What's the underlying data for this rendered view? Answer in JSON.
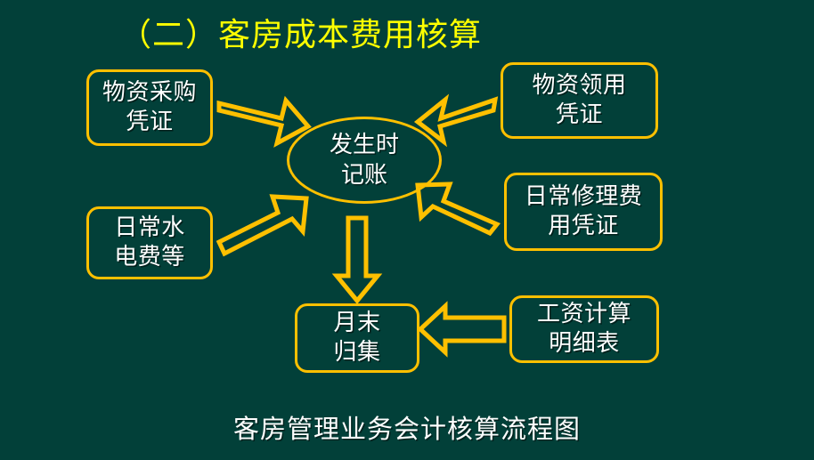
{
  "slide": {
    "background_color": "#024039",
    "accent_color": "#FFC000",
    "title_color": "#FFFF00",
    "text_color": "#FFFFFF",
    "title": "（二）客房成本费用核算",
    "caption": "客房管理业务会计核算流程图"
  },
  "diagram": {
    "center": {
      "label": "发生时\n记账"
    },
    "nodes": [
      {
        "id": "purchase",
        "label": "物资采购\n凭证"
      },
      {
        "id": "utilities",
        "label": "日常水\n电费等"
      },
      {
        "id": "requisition",
        "label": "物资领用\n凭证"
      },
      {
        "id": "repair",
        "label": "日常修理费\n用凭证"
      },
      {
        "id": "payroll",
        "label": "工资计算\n明细表"
      },
      {
        "id": "monthend",
        "label": "月末\n归集"
      }
    ],
    "arrows": [
      {
        "id": "purchase-to-center",
        "direction": "right-down"
      },
      {
        "id": "utilities-to-center",
        "direction": "right-up"
      },
      {
        "id": "requisition-to-center",
        "direction": "left-down"
      },
      {
        "id": "repair-to-center",
        "direction": "left-up"
      },
      {
        "id": "center-to-monthend",
        "direction": "down"
      },
      {
        "id": "payroll-to-monthend",
        "direction": "left"
      }
    ]
  }
}
